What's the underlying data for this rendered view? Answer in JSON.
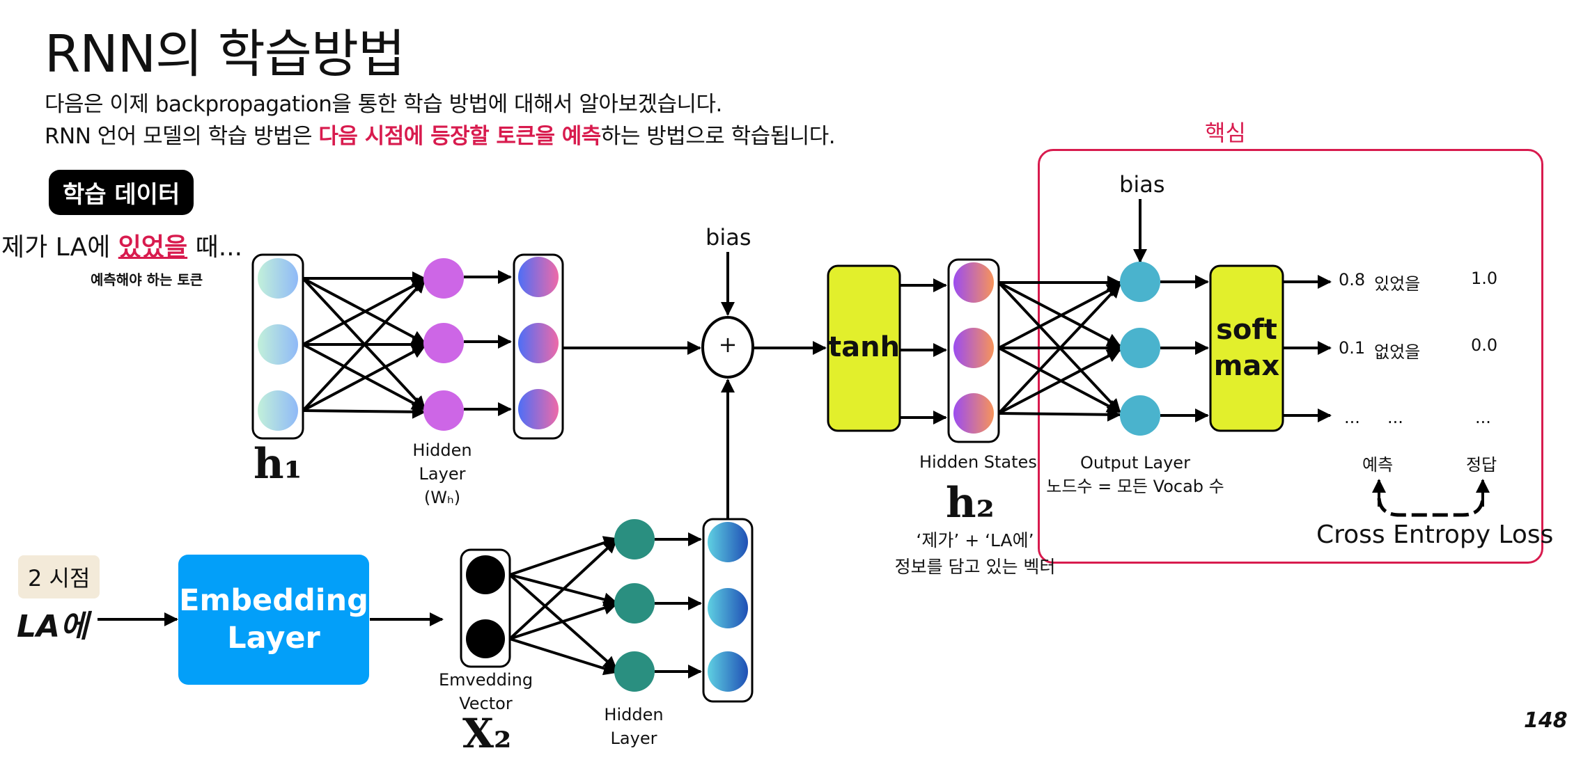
{
  "title": "RNN의 학습방법",
  "description": {
    "line1": "다음은 이제 backpropagation을 통한 학습 방법에 대해서 알아보겠습니다.",
    "line2_before": "RNN 언어 모델의 학습 방법은 ",
    "line2_highlight": "다음 시점에 등장할 토큰을 예측",
    "line2_after": "하는 방법으로 학습됩니다."
  },
  "training_data": {
    "badge": "학습 데이터",
    "sentence_before": "제가 LA에 ",
    "sentence_highlight": "있었을",
    "sentence_after": " 때...",
    "predict_note": "예측해야 하는 토큰"
  },
  "core": {
    "label": "핵심"
  },
  "diagram": {
    "h1": "h₁",
    "h2": "h₂",
    "x2": "X₂",
    "hidden_layer_top": [
      "Hidden",
      "Layer",
      "(Wₕ)"
    ],
    "hidden_layer_bottom": [
      "Hidden",
      "Layer"
    ],
    "embedding_vector": [
      "Emvedding",
      "Vector"
    ],
    "bias_left": "bias",
    "bias_right": "bias",
    "plus": "+",
    "tanh": "tanh",
    "softmax": [
      "soft",
      "max"
    ],
    "hidden_states": "Hidden States",
    "h2_note": [
      "‘제가’ + ‘LA에’",
      "정보를 담고 있는 벡터"
    ],
    "output_layer": [
      "Output  Layer",
      "노드수 = 모든 Vocab 수"
    ],
    "embedding_layer": [
      "Embedding",
      "Layer"
    ],
    "step": "2 시점",
    "input_token": "LA에",
    "outputs": [
      {
        "prob": "0.8",
        "token": "있었을",
        "answer": "1.0"
      },
      {
        "prob": "0.1",
        "token": "없었을",
        "answer": "0.0"
      },
      {
        "prob": "...",
        "token": "...",
        "answer": "..."
      }
    ],
    "predict_label": "예측",
    "answer_label": "정답",
    "loss_label": "Cross Entropy Loss"
  },
  "colors": {
    "accent": "#d81b4e",
    "embedding": "#039ff9",
    "tanh_softmax": "#e2ef2c",
    "hidden_node": "#cd66e6",
    "teal_node": "#2a8f80",
    "output_node": "#4ab3cd"
  },
  "page_number": "148"
}
